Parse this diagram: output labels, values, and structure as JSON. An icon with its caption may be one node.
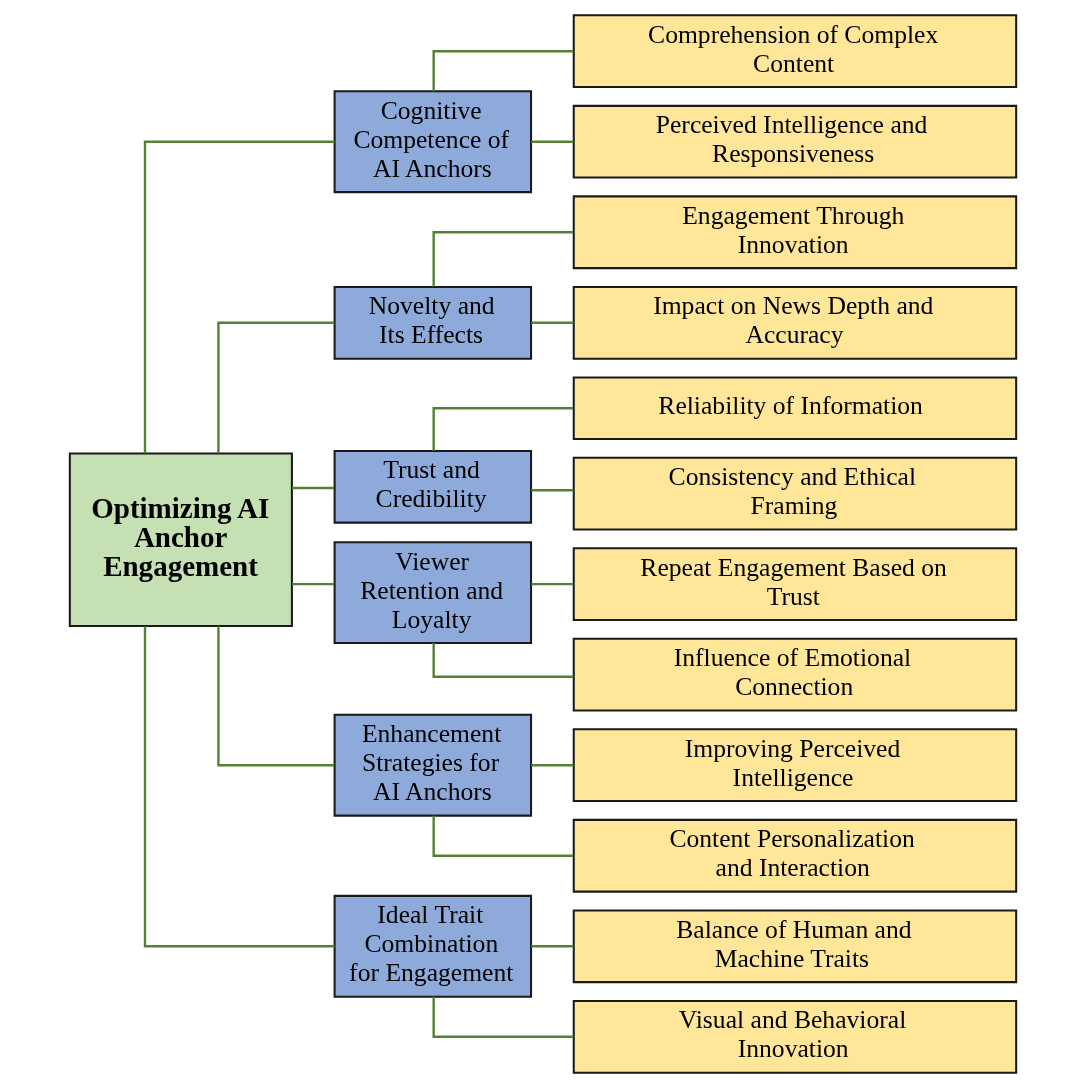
{
  "diagram": {
    "nodes": [
      {
        "text": [
          "Optimizing AI Anchor Engagement"
        ]
      },
      {
        "text": [
          "Cognitive Competence of AI Anchors"
        ]
      },
      {
        "text": [
          "Comprehension of Complex Content"
        ]
      },
      {
        "text": [
          "Perceived Intelligence and Responsiveness"
        ]
      },
      {
        "text": [
          "Novelty and Its Effects"
        ]
      },
      {
        "text": [
          "Engagement Through Innovation"
        ]
      },
      {
        "text": [
          "Impact on News Depth and Accuracy"
        ]
      },
      {
        "text": [
          "Trust and Credibility"
        ]
      },
      {
        "text": [
          "Reliability of Information"
        ]
      },
      {
        "text": [
          "Consistency and Ethical Framing"
        ]
      },
      {
        "text": [
          "Viewer Retention and Loyalty"
        ]
      },
      {
        "text": [
          "Repeat Engagement Based on Trust"
        ]
      },
      {
        "text": [
          "Influence of Emotional Connection"
        ]
      },
      {
        "text": [
          "Enhancement Strategies for AI Anchors"
        ]
      },
      {
        "text": [
          "Improving Perceived Intelligence"
        ]
      },
      {
        "text": [
          "Content Personalization and Interaction"
        ]
      },
      {
        "text": [
          "Ideal Trait Combination for Engagement"
        ]
      },
      {
        "text": [
          "Balance of Human and Machine Traits"
        ]
      },
      {
        "text": [
          "Visual and Behavioral Innovation"
        ]
      }
    ],
    "edges": [
      {
        "from": 0,
        "to": 1,
        "arrow": "none"
      },
      {
        "from": 1,
        "to": 2,
        "arrow": "none"
      },
      {
        "from": 1,
        "to": 3,
        "arrow": "none"
      },
      {
        "from": 0,
        "to": 4,
        "arrow": "none"
      },
      {
        "from": 4,
        "to": 5,
        "arrow": "none"
      },
      {
        "from": 4,
        "to": 6,
        "arrow": "none"
      },
      {
        "from": 0,
        "to": 7,
        "arrow": "none"
      },
      {
        "from": 7,
        "to": 8,
        "arrow": "none"
      },
      {
        "from": 7,
        "to": 9,
        "arrow": "none"
      },
      {
        "from": 0,
        "to": 10,
        "arrow": "none"
      },
      {
        "from": 10,
        "to": 11,
        "arrow": "none"
      },
      {
        "from": 10,
        "to": 12,
        "arrow": "none"
      },
      {
        "from": 0,
        "to": 13,
        "arrow": "none"
      },
      {
        "from": 13,
        "to": 14,
        "arrow": "none"
      },
      {
        "from": 13,
        "to": 15,
        "arrow": "none"
      },
      {
        "from": 0,
        "to": 16,
        "arrow": "none"
      },
      {
        "from": 16,
        "to": 17,
        "arrow": "none"
      },
      {
        "from": 16,
        "to": 18,
        "arrow": "none"
      }
    ]
  }
}
